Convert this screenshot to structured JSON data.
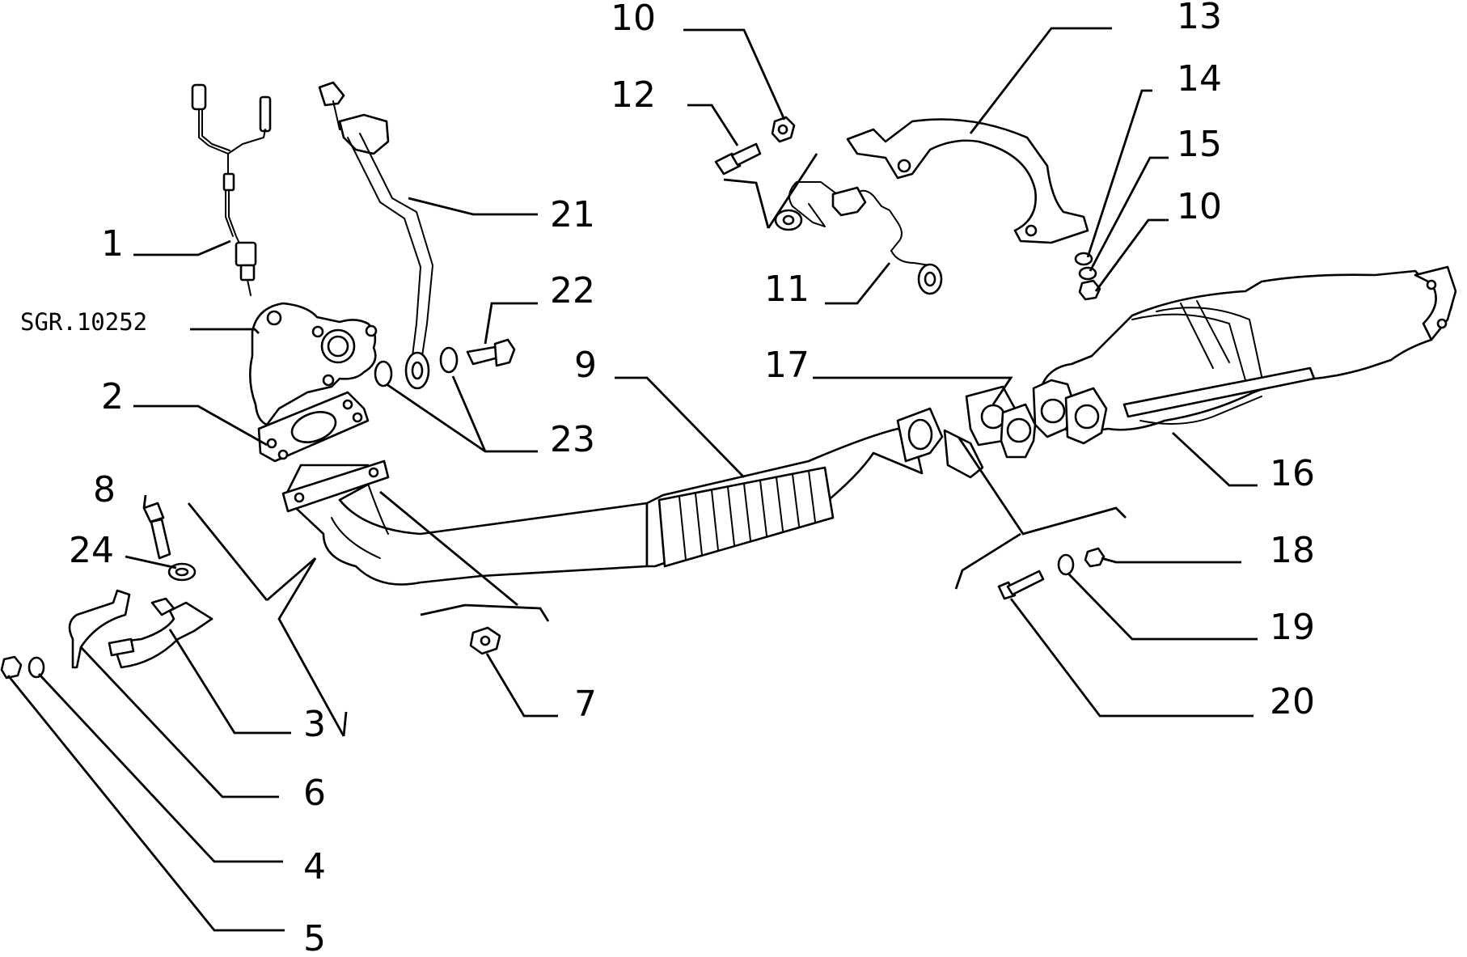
{
  "drawing_code": "SGR.10252",
  "callouts": [
    {
      "id": "c1",
      "label": "1"
    },
    {
      "id": "c2",
      "label": "2"
    },
    {
      "id": "c3",
      "label": "3"
    },
    {
      "id": "c4",
      "label": "4"
    },
    {
      "id": "c5",
      "label": "5"
    },
    {
      "id": "c6",
      "label": "6"
    },
    {
      "id": "c7",
      "label": "7"
    },
    {
      "id": "c8",
      "label": "8"
    },
    {
      "id": "c9",
      "label": "9"
    },
    {
      "id": "c10a",
      "label": "10"
    },
    {
      "id": "c10b",
      "label": "10"
    },
    {
      "id": "c11",
      "label": "11"
    },
    {
      "id": "c12",
      "label": "12"
    },
    {
      "id": "c13",
      "label": "13"
    },
    {
      "id": "c14",
      "label": "14"
    },
    {
      "id": "c15",
      "label": "15"
    },
    {
      "id": "c16",
      "label": "16"
    },
    {
      "id": "c17",
      "label": "17"
    },
    {
      "id": "c18",
      "label": "18"
    },
    {
      "id": "c19",
      "label": "19"
    },
    {
      "id": "c20",
      "label": "20"
    },
    {
      "id": "c21",
      "label": "21"
    },
    {
      "id": "c22",
      "label": "22"
    },
    {
      "id": "c23",
      "label": "23"
    },
    {
      "id": "c24",
      "label": "24"
    }
  ]
}
